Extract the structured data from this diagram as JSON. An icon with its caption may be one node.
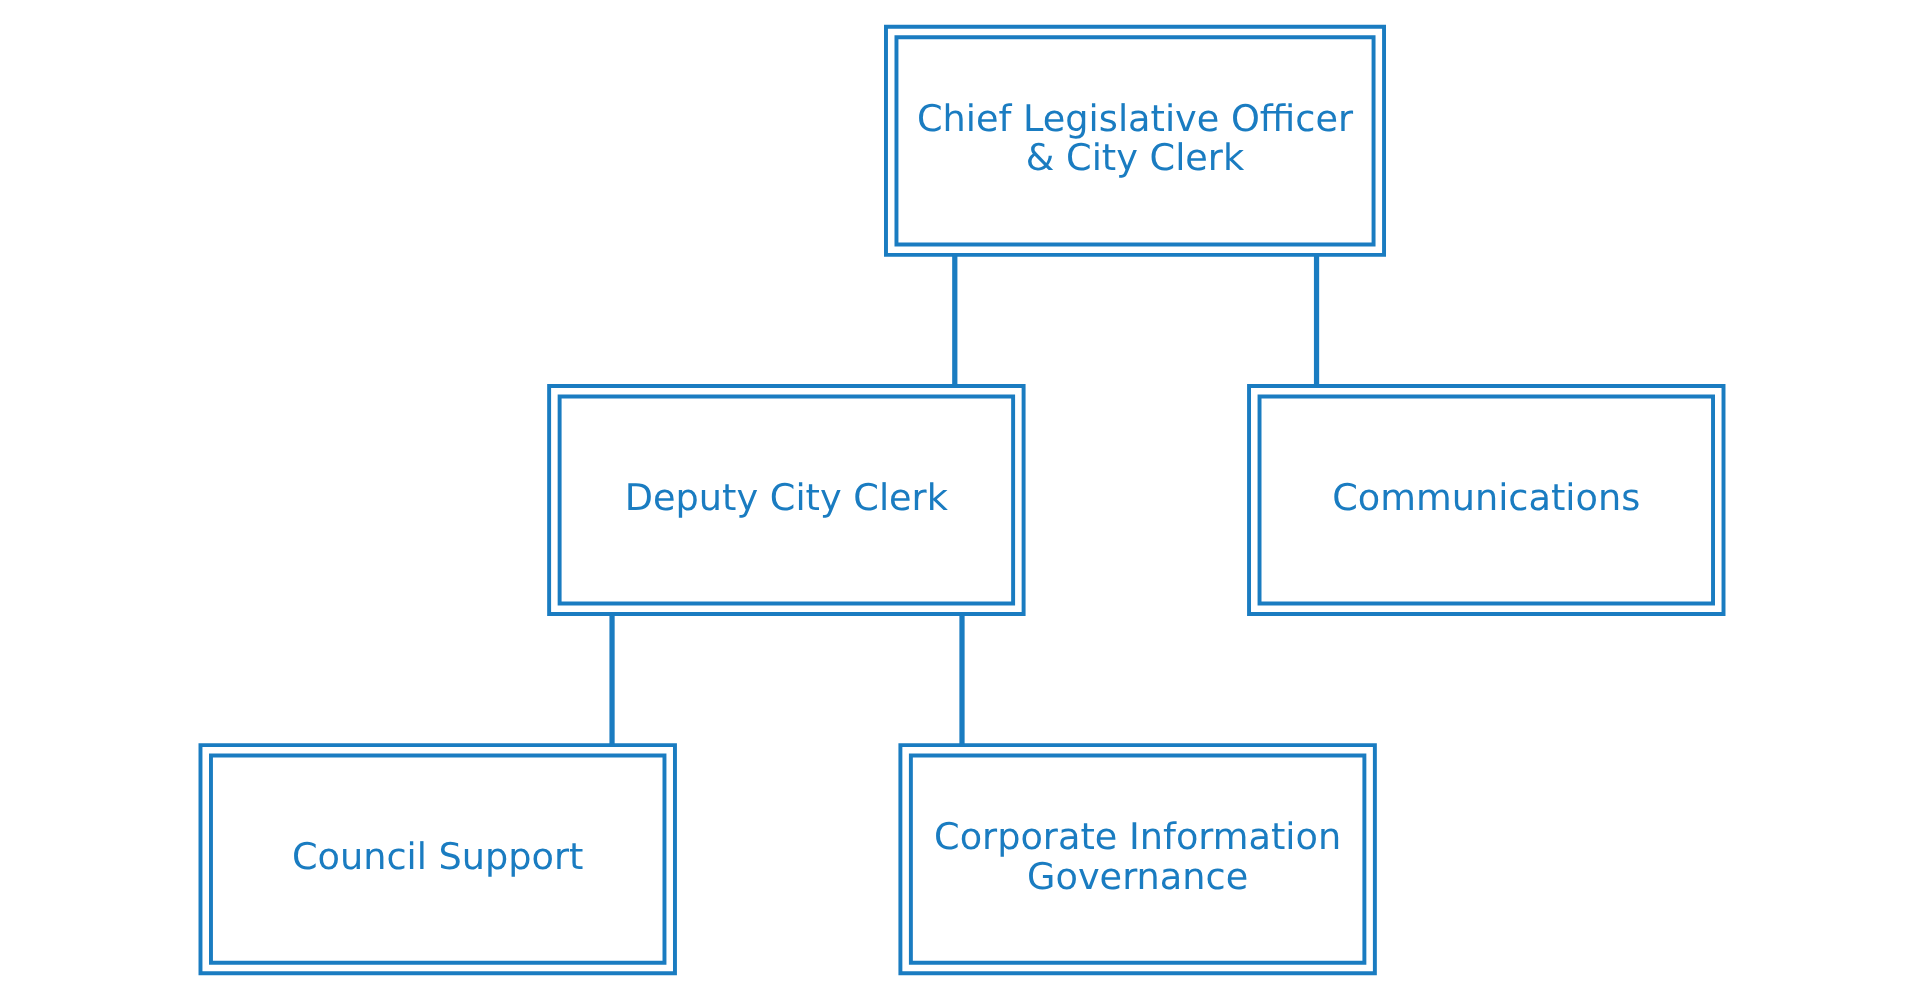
{
  "diagram": {
    "nodes": [
      {
        "text": [
          "Chief Legislative Officer & City Clerk"
        ]
      },
      {
        "text": [
          "Deputy City Clerk"
        ]
      },
      {
        "text": [
          "Communications"
        ]
      },
      {
        "text": [
          "Council Support"
        ]
      },
      {
        "text": [
          "Corporate Information Governance"
        ]
      }
    ],
    "edges": [
      {
        "from": 0,
        "to": 1,
        "arrow": "none"
      },
      {
        "from": 0,
        "to": 2,
        "arrow": "none"
      },
      {
        "from": 1,
        "to": 3,
        "arrow": "none"
      },
      {
        "from": 1,
        "to": 4,
        "arrow": "none"
      }
    ]
  }
}
